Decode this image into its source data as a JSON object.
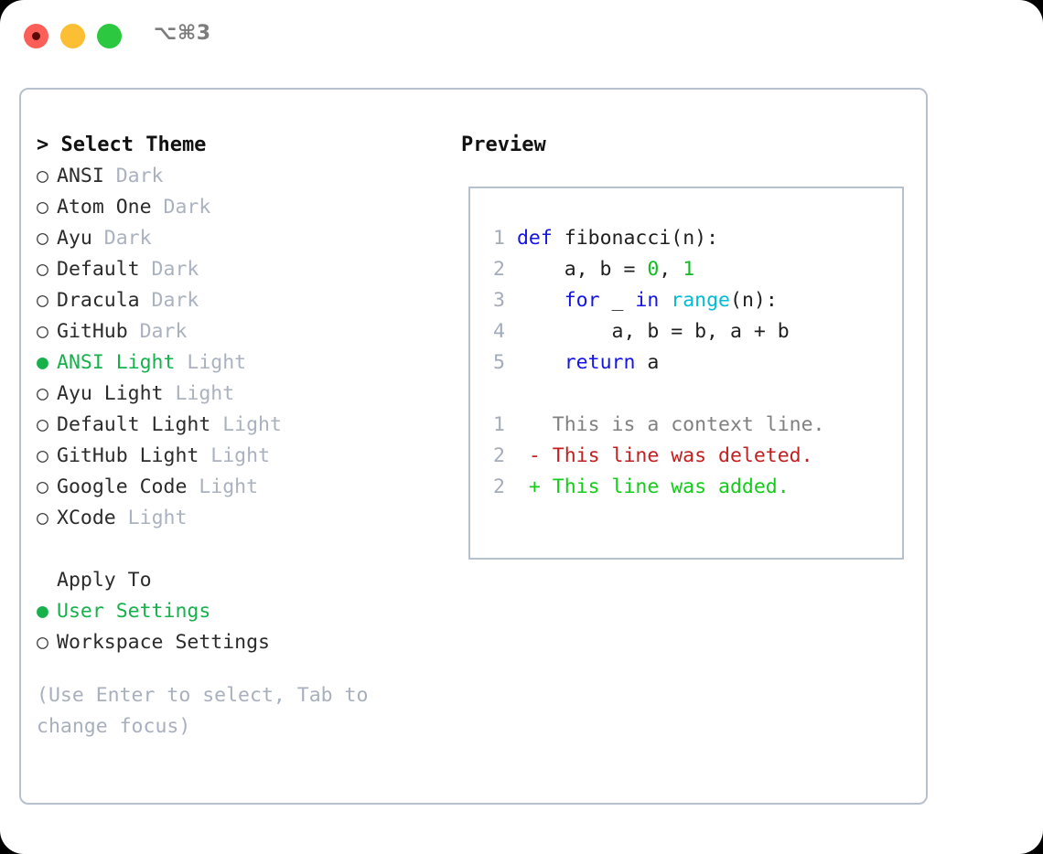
{
  "window": {
    "shortcut_label": "⌥⌘3",
    "traffic_lights": {
      "close": "close-dot",
      "minimize": "minimize-dot",
      "maximize": "maximize-dot"
    }
  },
  "theme_picker": {
    "header": "> Select Theme",
    "bullet_empty": "○",
    "bullet_filled": "●",
    "items": [
      {
        "name": "ANSI",
        "tag": "Dark",
        "selected": false
      },
      {
        "name": "Atom One",
        "tag": "Dark",
        "selected": false
      },
      {
        "name": "Ayu",
        "tag": "Dark",
        "selected": false
      },
      {
        "name": "Default",
        "tag": "Dark",
        "selected": false
      },
      {
        "name": "Dracula",
        "tag": "Dark",
        "selected": false
      },
      {
        "name": "GitHub",
        "tag": "Dark",
        "selected": false
      },
      {
        "name": "ANSI Light",
        "tag": "Light",
        "selected": true
      },
      {
        "name": "Ayu Light",
        "tag": "Light",
        "selected": false
      },
      {
        "name": "Default Light",
        "tag": "Light",
        "selected": false
      },
      {
        "name": "GitHub Light",
        "tag": "Light",
        "selected": false
      },
      {
        "name": "Google Code",
        "tag": "Light",
        "selected": false
      },
      {
        "name": "XCode",
        "tag": "Light",
        "selected": false
      }
    ]
  },
  "apply_to": {
    "label": "Apply To",
    "options": [
      {
        "name": "User Settings",
        "selected": true
      },
      {
        "name": "Workspace Settings",
        "selected": false
      }
    ]
  },
  "hint": "(Use Enter to select, Tab to change focus)",
  "preview": {
    "title": "Preview",
    "code_lines": [
      {
        "number": "1",
        "tokens": [
          {
            "t": "def",
            "c": "kw"
          },
          {
            "t": " ",
            "c": "txt"
          },
          {
            "t": "fibonacci(n):",
            "c": "fn"
          }
        ]
      },
      {
        "number": "2",
        "tokens": [
          {
            "t": "    a, b = ",
            "c": "txt"
          },
          {
            "t": "0",
            "c": "num"
          },
          {
            "t": ", ",
            "c": "txt"
          },
          {
            "t": "1",
            "c": "num"
          }
        ]
      },
      {
        "number": "3",
        "tokens": [
          {
            "t": "    ",
            "c": "txt"
          },
          {
            "t": "for",
            "c": "kw"
          },
          {
            "t": " _ ",
            "c": "txt"
          },
          {
            "t": "in",
            "c": "kw"
          },
          {
            "t": " ",
            "c": "txt"
          },
          {
            "t": "range",
            "c": "bi"
          },
          {
            "t": "(n):",
            "c": "txt"
          }
        ]
      },
      {
        "number": "4",
        "tokens": [
          {
            "t": "        a, b = b, a + b",
            "c": "txt"
          }
        ]
      },
      {
        "number": "5",
        "tokens": [
          {
            "t": "    ",
            "c": "txt"
          },
          {
            "t": "return",
            "c": "kw"
          },
          {
            "t": " a",
            "c": "txt"
          }
        ]
      }
    ],
    "diff_lines": [
      {
        "number": "1",
        "marker": " ",
        "text": "This is a context line.",
        "kind": "ctx"
      },
      {
        "number": "2",
        "marker": "-",
        "text": "This line was deleted.",
        "kind": "del"
      },
      {
        "number": "2",
        "marker": "+",
        "text": "This line was added.",
        "kind": "add"
      }
    ]
  },
  "colors": {
    "accent_green": "#16b14b",
    "muted": "#aab2c0",
    "border": "#b7c0cd",
    "keyword": "#1414e6",
    "number": "#11bb22",
    "builtin": "#00bcd4",
    "deleted": "#c22020",
    "added": "#13cc1a",
    "line_number": "#a3acbb"
  }
}
